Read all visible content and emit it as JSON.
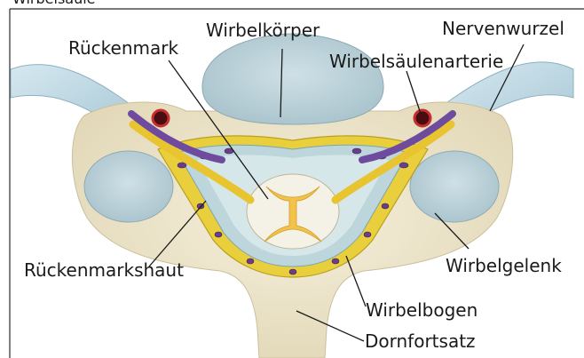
{
  "figure": {
    "caption_fragment": "Wirbelsäule",
    "labels": {
      "rueckenmark": "Rückenmark",
      "wirbelkoerper": "Wirbelkörper",
      "nervenwurzel": "Nervenwurzel",
      "wirbelsaeulenarterie": "Wirbelsäulenarterie",
      "wirbelgelenk": "Wirbelgelenk",
      "rueckenmarkshaut": "Rückenmarkshaut",
      "wirbelbogen": "Wirbelbogen",
      "dornfortsatz": "Dornfortsatz"
    }
  }
}
